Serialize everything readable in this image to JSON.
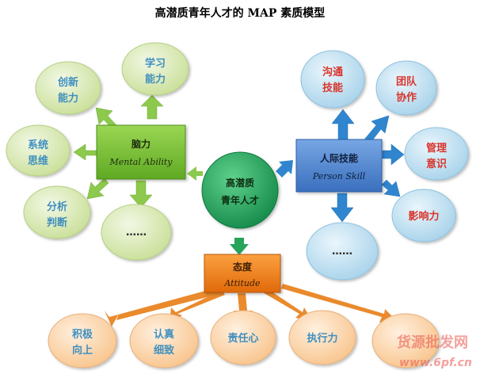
{
  "title": "高潜质青年人才的 MAP 素质模型",
  "center": {
    "line1": "高潜质",
    "line2": "青年人才"
  },
  "mental": {
    "cn": "脑力",
    "en": "Mental Ability",
    "items": [
      {
        "line1": "学习",
        "line2": "能力"
      },
      {
        "line1": "创新",
        "line2": "能力"
      },
      {
        "line1": "系统",
        "line2": "思维"
      },
      {
        "line1": "分析",
        "line2": "判断"
      },
      {
        "line1": "……",
        "line2": ""
      }
    ]
  },
  "person": {
    "cn": "人际技能",
    "en": "Person Skill",
    "items": [
      {
        "line1": "沟通",
        "line2": "技能"
      },
      {
        "line1": "团队",
        "line2": "协作"
      },
      {
        "line1": "管理",
        "line2": "意识"
      },
      {
        "line1": "影响力",
        "line2": ""
      },
      {
        "line1": "……",
        "line2": ""
      }
    ]
  },
  "attitude": {
    "cn": "态度",
    "en": "Attitude",
    "items": [
      {
        "line1": "积极",
        "line2": "向上"
      },
      {
        "line1": "认真",
        "line2": "细致"
      },
      {
        "line1": "责任心",
        "line2": ""
      },
      {
        "line1": "执行力",
        "line2": ""
      },
      {
        "line1": "",
        "line2": ""
      }
    ]
  },
  "watermark": {
    "line1": "货源批发网",
    "line2": "www.6pf.cn"
  },
  "colors": {
    "green_box": "#7cc23a",
    "green_bubble": "#d7e8b0",
    "green_arrow": "#8cc94d",
    "blue_box": "#4f86cf",
    "blue_bubble": "#b9dcef",
    "blue_arrow": "#2f86cf",
    "orange_box": "#f07c12",
    "orange_bubble": "#fbd3a8",
    "orange_arrow": "#ea8a2c",
    "center": "#27a35a"
  }
}
